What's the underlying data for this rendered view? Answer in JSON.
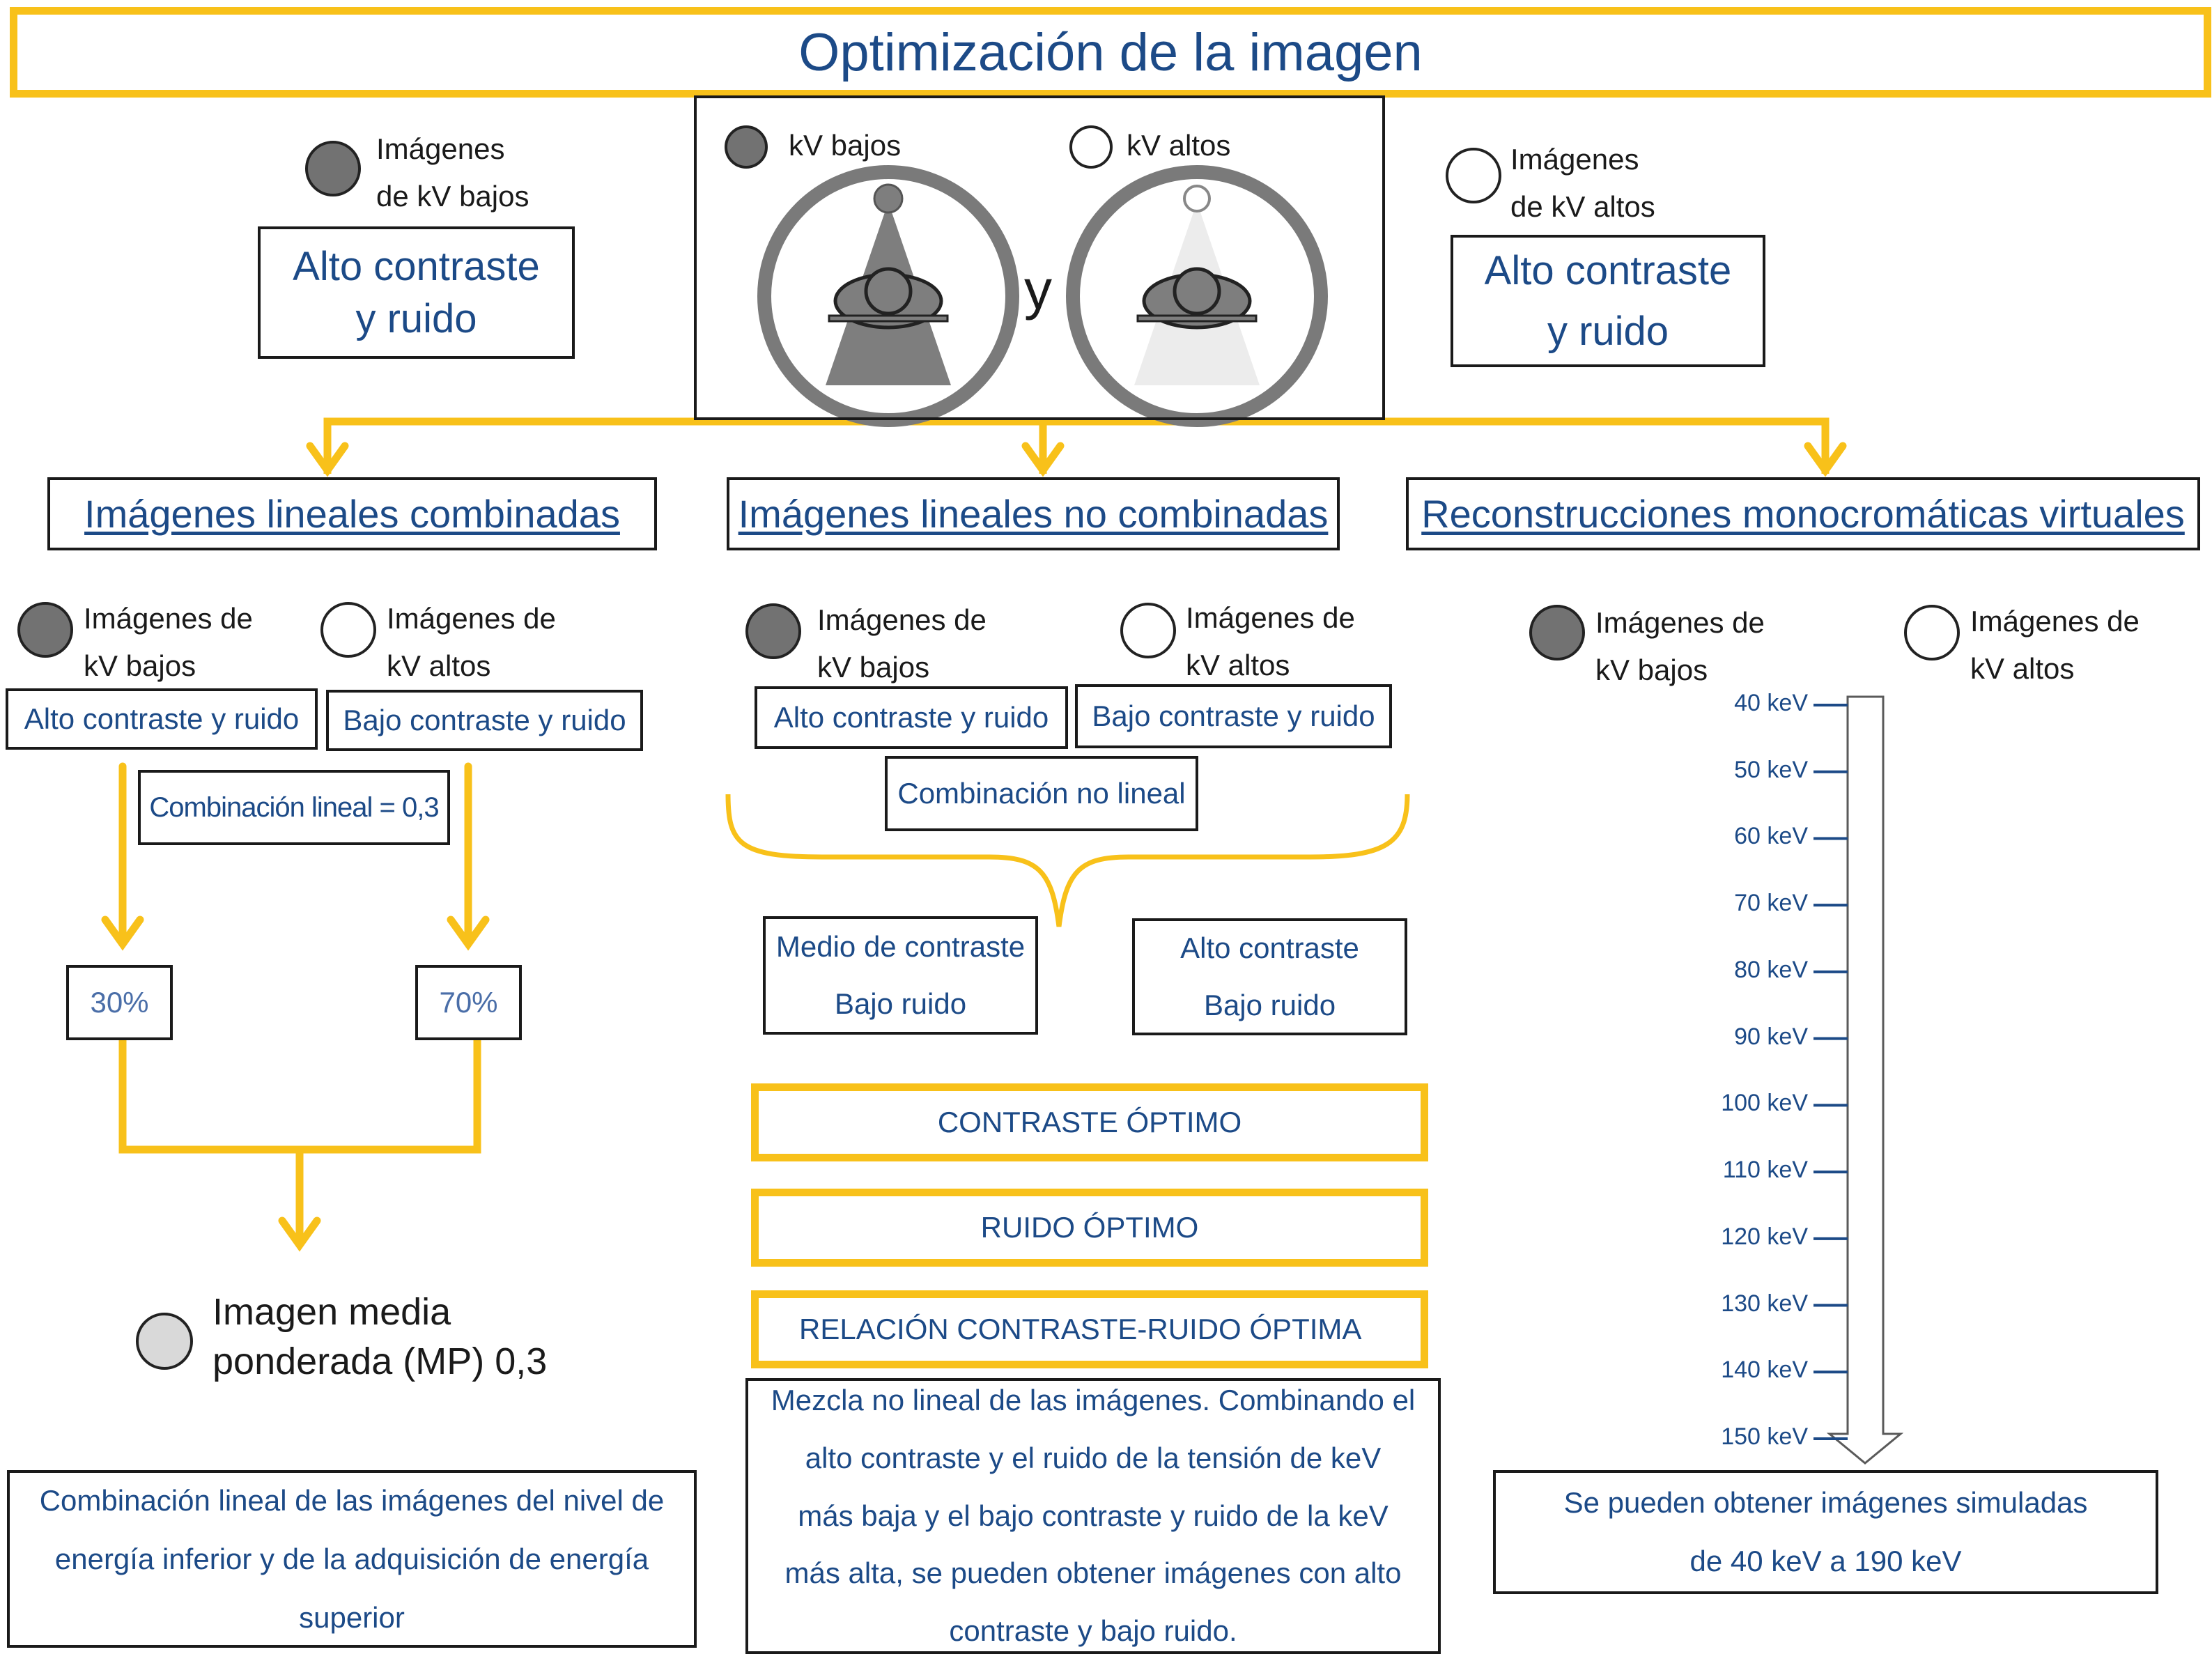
{
  "title": "Optimización de la imagen",
  "top": {
    "left_legend": [
      "Imágenes",
      "de kV bajos"
    ],
    "right_legend": [
      "Imágenes",
      "de kV altos"
    ],
    "left_box": [
      "Alto contraste",
      "y ruido"
    ],
    "right_box": [
      "Alto contraste",
      "y ruido"
    ],
    "center_low_label": "kV bajos",
    "center_high_label": "kV altos",
    "center_y": "y"
  },
  "columns": {
    "combined": {
      "header": "Imágenes lineales combinadas",
      "low_label": [
        "Imágenes de",
        "kV bajos"
      ],
      "high_label": [
        "Imágenes de",
        "kV altos"
      ],
      "low_box": "Alto contraste y ruido",
      "high_box": "Bajo contraste y ruido",
      "combination": "Combinación lineal = 0,3",
      "pct_low": "30%",
      "pct_high": "70%",
      "result": [
        "Imagen media",
        "ponderada (MP) 0,3"
      ],
      "description": [
        "Combinación lineal de las imágenes del nivel de",
        "energía inferior y de la adquisición de energía",
        "superior"
      ]
    },
    "noncombined": {
      "header": "Imágenes lineales no combinadas",
      "low_label": [
        "Imágenes de",
        "kV bajos"
      ],
      "high_label": [
        "Imágenes de",
        "kV altos"
      ],
      "low_box": "Alto contraste y ruido",
      "high_box": "Bajo contraste y ruido",
      "combination": "Combinación no lineal",
      "out_left": [
        "Medio de contraste",
        "Bajo ruido"
      ],
      "out_right": [
        "Alto contraste",
        "Bajo ruido"
      ],
      "optimal": [
        "CONTRASTE ÓPTIMO",
        "RUIDO ÓPTIMO",
        "RELACIÓN CONTRASTE-RUIDO ÓPTIMA"
      ],
      "description": [
        "Mezcla no lineal de las imágenes. Combinando el",
        "alto contraste y el ruido de la tensión de keV",
        "más baja y el bajo contraste y ruido de la keV",
        "más alta, se pueden obtener imágenes con alto",
        "contraste y bajo ruido."
      ]
    },
    "mono": {
      "header": "Reconstrucciones monocromáticas virtuales",
      "low_label": [
        "Imágenes de",
        "kV bajos"
      ],
      "high_label": [
        "Imágenes de",
        "kV altos"
      ],
      "kev_levels": [
        "40 keV",
        "50 keV",
        "60 keV",
        "70 keV",
        "80 keV",
        "90 keV",
        "100 keV",
        "110 keV",
        "120 keV",
        "130 keV",
        "140 keV",
        "150 keV"
      ],
      "description": [
        "Se pueden obtener imágenes simuladas",
        "de 40 keV a 190 keV"
      ]
    }
  },
  "colors": {
    "accent_yellow": "#F8C11A",
    "text_blue": "#1C4A87",
    "dark_dot": "#727272",
    "mid_dot": "#d9d9d9",
    "border": "#1a1a1a"
  }
}
